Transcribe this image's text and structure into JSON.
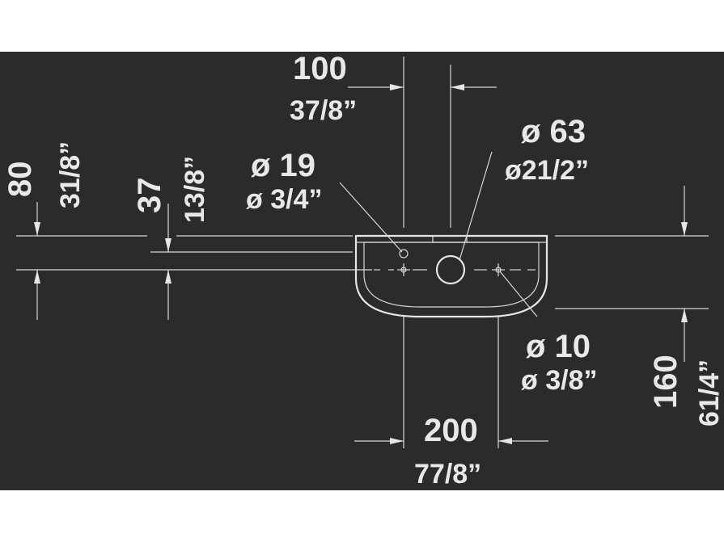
{
  "colors": {
    "background": "#2b2b2b",
    "ink": "#e8e8e8",
    "page": "#ffffff"
  },
  "dimensions": {
    "top_width_mm": "100",
    "top_width_in": "37/8”",
    "large_hole_mm": "ø 63",
    "large_hole_in": "ø21/2”",
    "left_hole_mm": "ø 19",
    "left_hole_in": "ø 3/4”",
    "right_hole_mm": "ø 10",
    "right_hole_in": "ø 3/8”",
    "left_height_mm": "80",
    "left_height_in": "31/8”",
    "inner_height_mm": "37",
    "inner_height_in": "13/8”",
    "right_depth_mm": "160",
    "right_depth_in": "61/4”",
    "bottom_width_mm": "200",
    "bottom_width_in": "77/8”"
  }
}
